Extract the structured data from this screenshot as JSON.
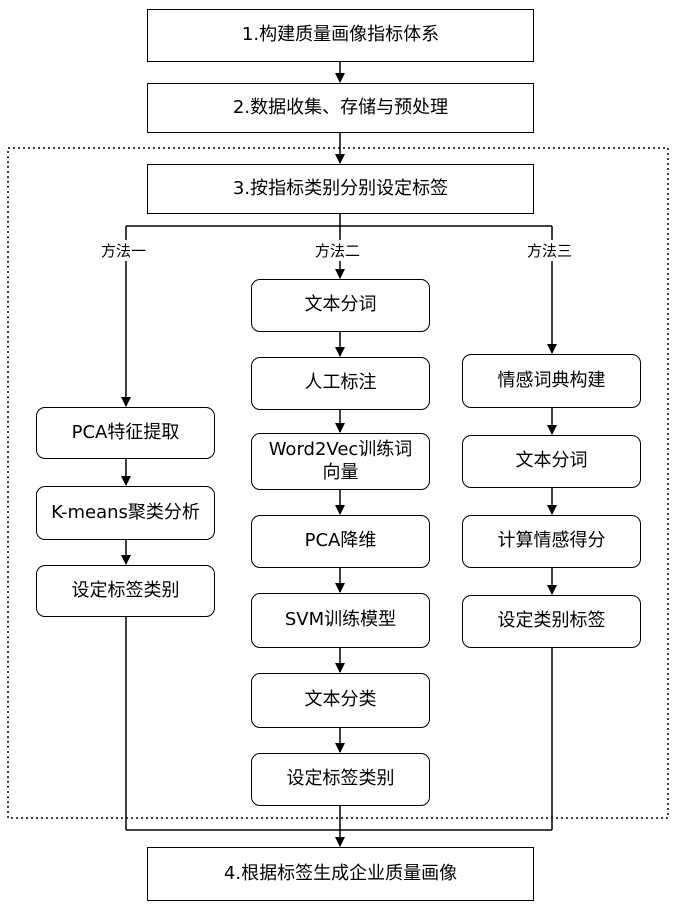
{
  "main_steps": [
    "1.构建质量画像指标体系",
    "2.数据收集、存储与预处理",
    "3.按指标类别分别设定标签",
    "4.根据标签生成企业质量画像"
  ],
  "methods": [
    {
      "label": "方法一",
      "steps": [
        "PCA特征提取",
        "K-means聚类分析",
        "设定标签类别"
      ]
    },
    {
      "label": "方法二",
      "steps": [
        "文本分词",
        "人工标注",
        "Word2Vec训练词向量",
        "PCA降维",
        "SVM训练模型",
        "文本分类",
        "设定标签类别"
      ]
    },
    {
      "label": "方法三",
      "steps": [
        "情感词典构建",
        "文本分词",
        "计算情感得分",
        "设定类别标签"
      ]
    }
  ]
}
